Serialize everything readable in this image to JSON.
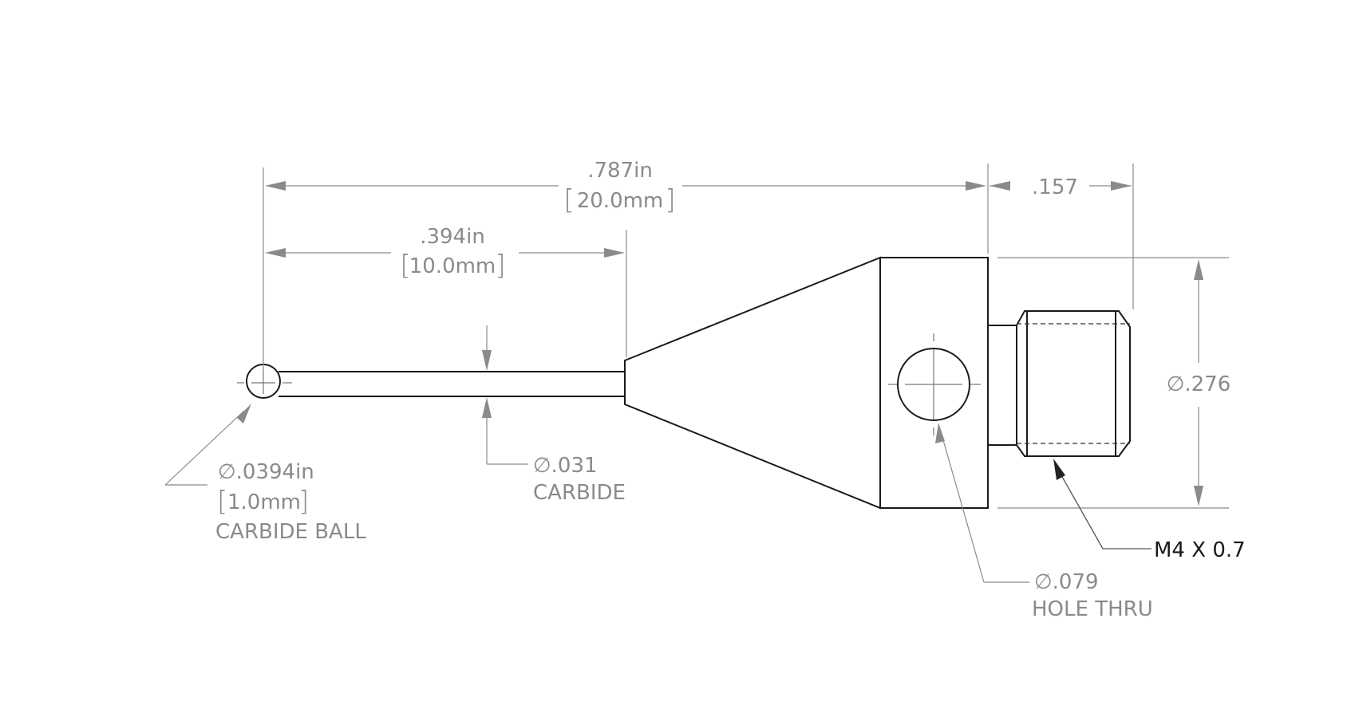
{
  "dimensions": {
    "overall_in": ".787in",
    "overall_mm": "20.0mm",
    "stem_in": ".394in",
    "stem_mm": "10.0mm",
    "thread_length": ".157",
    "body_diameter": "∅.276"
  },
  "callouts": {
    "ball_dia": "∅.0394in",
    "ball_mm": "1.0mm",
    "ball_material": "CARBIDE BALL",
    "stem_dia": "∅.031",
    "stem_material": "CARBIDE",
    "hole_dia": "∅.079",
    "hole_note": "HOLE THRU",
    "thread": "M4 X 0.7"
  }
}
